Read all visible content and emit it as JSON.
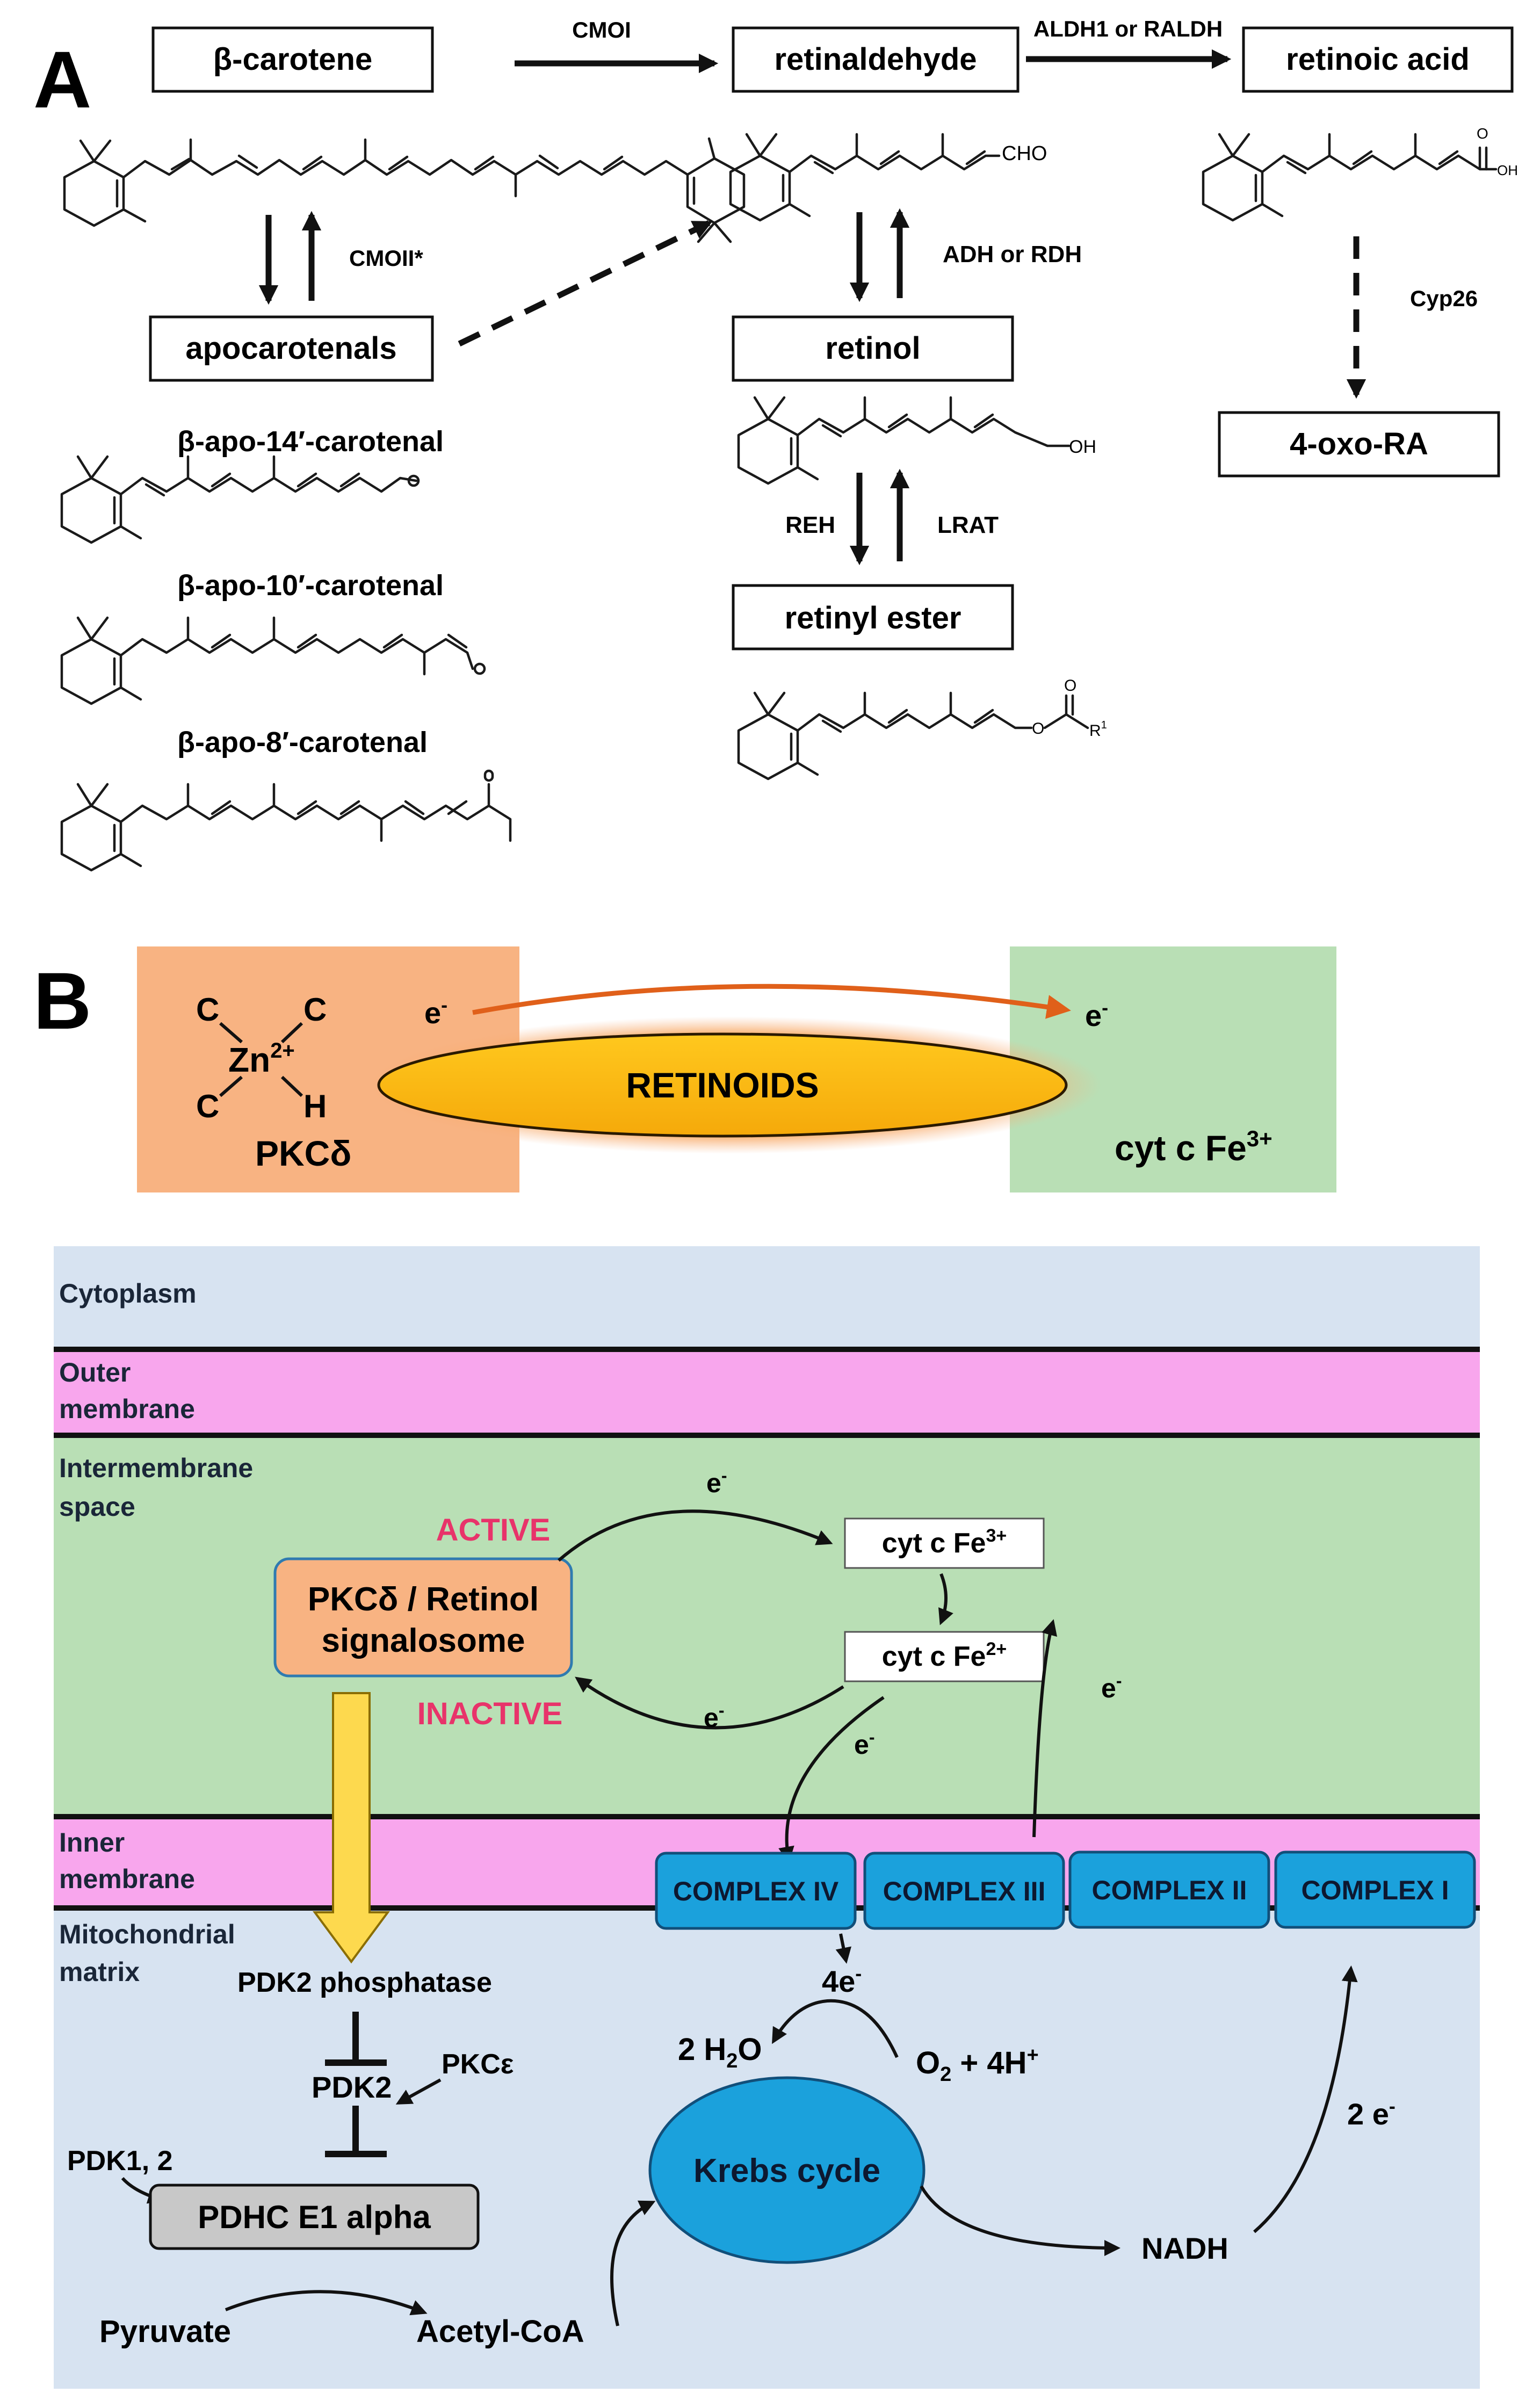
{
  "panelA": {
    "label": "A",
    "beta_carotene": "β-carotene",
    "retinaldehyde": "retinaldehyde",
    "retinoic_acid": "retinoic acid",
    "apocarotenals": "apocarotenals",
    "retinol": "retinol",
    "retinyl_ester": "retinyl ester",
    "oxo_ra": "4-oxo-RA",
    "enz_cmoi": "CMOI",
    "enz_aldh": "ALDH1 or RALDH",
    "enz_cmoii": "CMOII*",
    "enz_adh": "ADH or RDH",
    "enz_reh": "REH",
    "enz_lrat": "LRAT",
    "enz_cyp26": "Cyp26",
    "apo14": "β-apo-14′-carotenal",
    "apo10": "β-apo-10′-carotenal",
    "apo8": "β-apo-8′-carotenal",
    "grp_cho": "CHO",
    "grp_oh": "OH",
    "grp_o": "O",
    "grp_r1": "R",
    "grp_r1_sup": "1"
  },
  "panelB": {
    "label": "B",
    "c1": "C",
    "c2": "C",
    "c3": "C",
    "h": "H",
    "zn": "Zn",
    "zn_charge": "2+",
    "pkc": "PKCδ",
    "e_left": "e",
    "e_right": "e",
    "e_sup": "-",
    "retinoids": "RETINOIDS",
    "cytc_label": "cyt c Fe",
    "cytc_sup": "3+"
  },
  "mito": {
    "cytoplasm": "Cytoplasm",
    "outer_1": "Outer",
    "outer_2": "membrane",
    "inter_1": "Intermembrane",
    "inter_2": "space",
    "inner_1": "Inner",
    "inner_2": "membrane",
    "matrix_1": "Mitochondrial",
    "matrix_2": "matrix",
    "active": "ACTIVE",
    "inactive": "INACTIVE",
    "signal_1": "PKCδ / Retinol",
    "signal_2": "signalosome",
    "cyt3": "cyt c Fe",
    "cyt3_sup": "3+",
    "cyt2": "cyt c Fe",
    "cyt2_sup": "2+",
    "e": "e",
    "e_sup": "-",
    "complexes": [
      "COMPLEX IV",
      "COMPLEX III",
      "COMPLEX II",
      "COMPLEX I"
    ],
    "four_e": "4e",
    "water": "2 H",
    "water_sub": "2",
    "water_o": "O",
    "oxygen": "O",
    "oxygen_sub": "2",
    "oxygen_rest": " + 4H",
    "oxygen_sup": "+",
    "pdk2p": "PDK2 phosphatase",
    "pkce": "PKCε",
    "pdk2": "PDK2",
    "pdk12": "PDK1, 2",
    "pdhc": "PDHC E1 alpha",
    "pyruvate": "Pyruvate",
    "acetyl": "Acetyl-CoA",
    "krebs": "Krebs cycle",
    "nadh": "NADH",
    "two_e": "2 e"
  },
  "colors": {
    "cytoplasm": "#d7e3f1",
    "outer_membrane": "#f8a6ed",
    "intermembrane": "#b9dfb5",
    "pkc_box": "#f8b382",
    "cyt_box": "#b9dfb5",
    "retinoids": "#fdb913",
    "complex": "#1ba1dc",
    "active_text": "#e8336a",
    "arrow_yellow": "#fdd94e",
    "electron_arrow": "#e0601a",
    "pdhc": "#c8c8c8"
  }
}
